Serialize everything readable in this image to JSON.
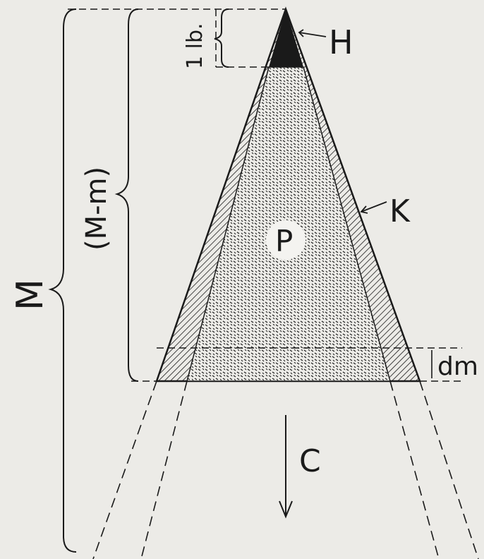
{
  "labels": {
    "H": "H",
    "K": "K",
    "P": "P",
    "C": "C",
    "M": "M",
    "M_minus_m": "(M-m)",
    "one_lb": "1 lb.",
    "dm": "dm"
  },
  "colors": {
    "background": "#ecebe7",
    "ink": "#1a1a1a"
  }
}
